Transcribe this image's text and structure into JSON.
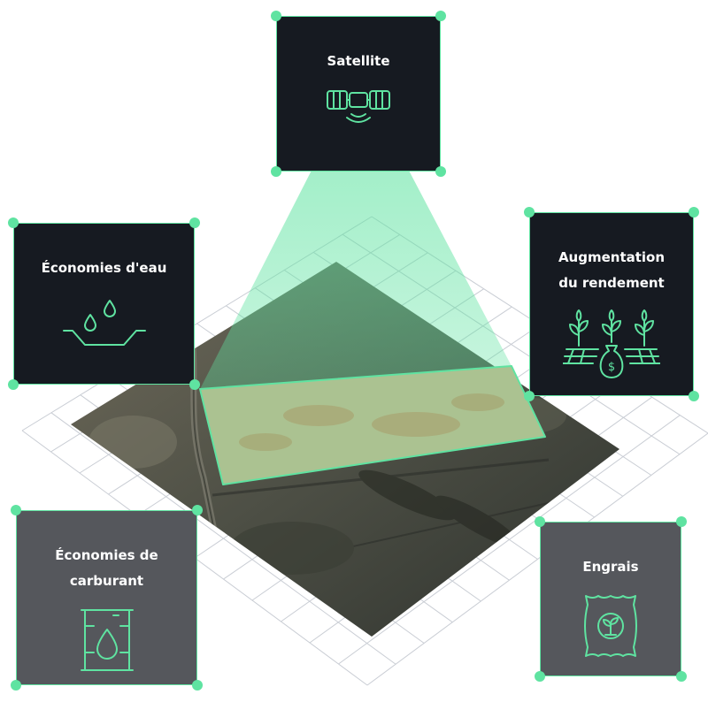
{
  "cards": {
    "satellite": {
      "title": "Satellite",
      "icon": "satellite-icon"
    },
    "water": {
      "title": "Économies d'eau",
      "icon": "water-drops-basin-icon"
    },
    "yield": {
      "title": "Augmentation\ndu rendement",
      "icon": "crops-money-bag-icon"
    },
    "fuel": {
      "title": "Économies de\ncarburant",
      "icon": "fuel-barrel-icon"
    },
    "fertilizer": {
      "title": "Engrais",
      "icon": "fertilizer-sack-icon"
    }
  },
  "colors": {
    "accent": "#5fe3a1",
    "card_dark": "#161a21",
    "card_gray": "#55575c",
    "grid": "#c9cdd4"
  }
}
